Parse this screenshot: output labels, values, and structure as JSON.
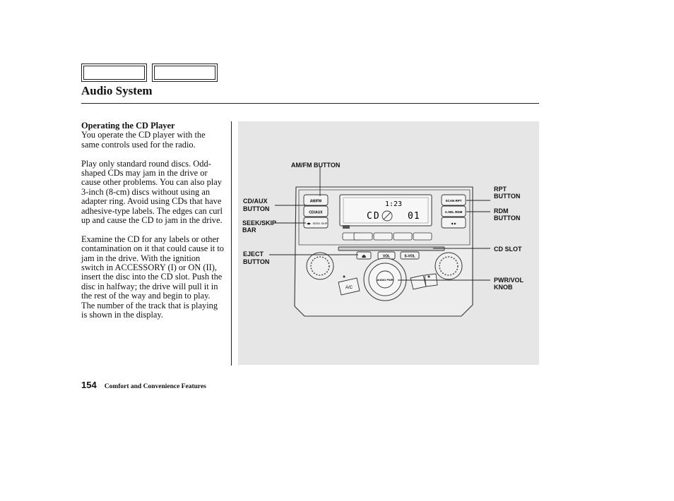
{
  "header": {
    "title": "Audio System"
  },
  "content": {
    "heading": "Operating the CD Player",
    "paragraphs": [
      "You operate the CD player with the same controls used for the radio.",
      "Play only standard round discs. Odd-shaped CDs may jam in the drive or cause other problems. You can also play 3-inch (8-cm) discs without using an adapter ring. Avoid using CDs that have adhesive-type labels. The edges can curl up and cause the CD to jam in the drive.",
      "Examine the CD for any labels or other contamination on it that could cause it to jam in the drive. With the ignition switch in ACCESSORY (I) or ON (II), insert the disc into the CD slot. Push the disc in halfway; the drive will pull it in the rest of the way and begin to play. The number of the track that is playing is shown in the display."
    ]
  },
  "figure": {
    "callouts": {
      "am_fm_button": "AM/FM BUTTON",
      "cd_aux_1": "CD/AUX",
      "cd_aux_2": "BUTTON",
      "seek_skip_1": "SEEK/SKIP",
      "seek_skip_2": "BAR",
      "eject_1": "EJECT",
      "eject_2": "BUTTON",
      "rpt_1": "RPT",
      "rpt_2": "BUTTON",
      "rdm_1": "RDM",
      "rdm_2": "BUTTON",
      "cd_slot": "CD SLOT",
      "pwr_vol_1": "PWR/VOL",
      "pwr_vol_2": "KNOB"
    },
    "panel_labels": {
      "am_fm": "AM/FM",
      "cd_aux": "CD/AUX",
      "seek_skip": "SEEK SKIP",
      "scan_rpt": "SCAN RPT",
      "a_sel_rdm": "A.SEL RDM",
      "vol": "VOL",
      "s_vol": "S-VOL",
      "ac": "A/C",
      "audio_pwr": "AUDIO PWR"
    },
    "display": {
      "source": "CD",
      "track": "01",
      "time": "1:23"
    },
    "colors": {
      "background": "#e6e6e6",
      "line": "#333333"
    }
  },
  "footer": {
    "page_number": "154",
    "section": "Comfort and Convenience Features"
  }
}
